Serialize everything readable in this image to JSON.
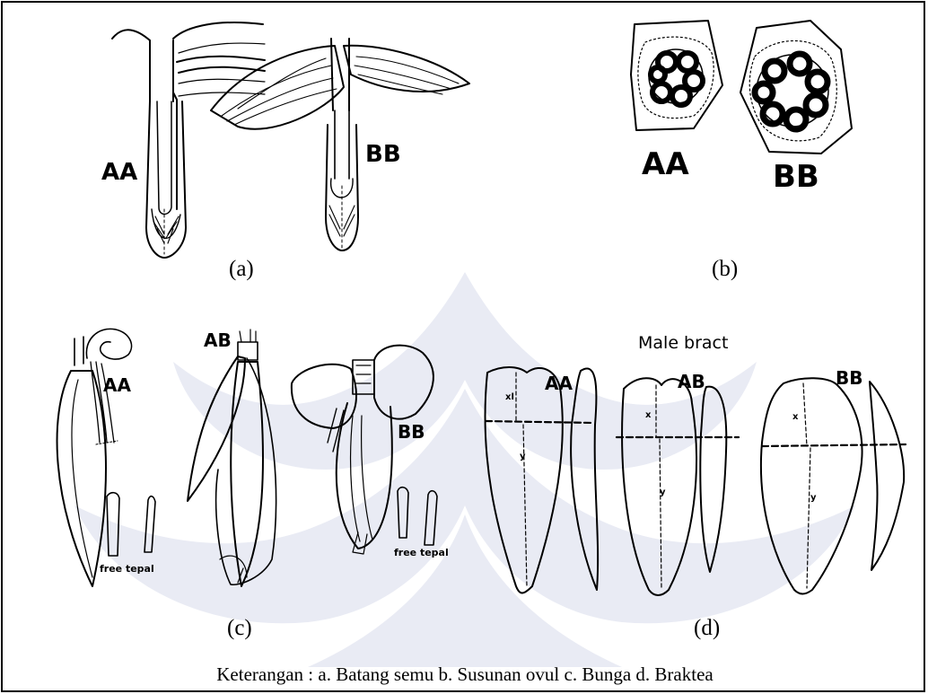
{
  "panels": {
    "a": {
      "caption": "(a)",
      "labels": {
        "aa": "AA",
        "bb": "BB"
      }
    },
    "b": {
      "caption": "(b)",
      "labels": {
        "aa": "AA",
        "bb": "BB"
      }
    },
    "c": {
      "caption": "(c)",
      "labels": {
        "aa": "AA",
        "ab": "AB",
        "bb": "BB"
      },
      "free_tepal": "free tepal"
    },
    "d": {
      "caption": "(d)",
      "title": "Male bract",
      "labels": {
        "aa": "AA",
        "ab": "AB",
        "bb": "BB"
      },
      "axis_x": "x",
      "axis_xl": "xl",
      "axis_y": "y"
    }
  },
  "caption": "Keterangan : a. Batang semu  b. Susunan ovul  c. Bunga  d. Braktea",
  "colors": {
    "ink": "#000000",
    "watermark": "#e9ebf4",
    "frame": "#000000"
  }
}
